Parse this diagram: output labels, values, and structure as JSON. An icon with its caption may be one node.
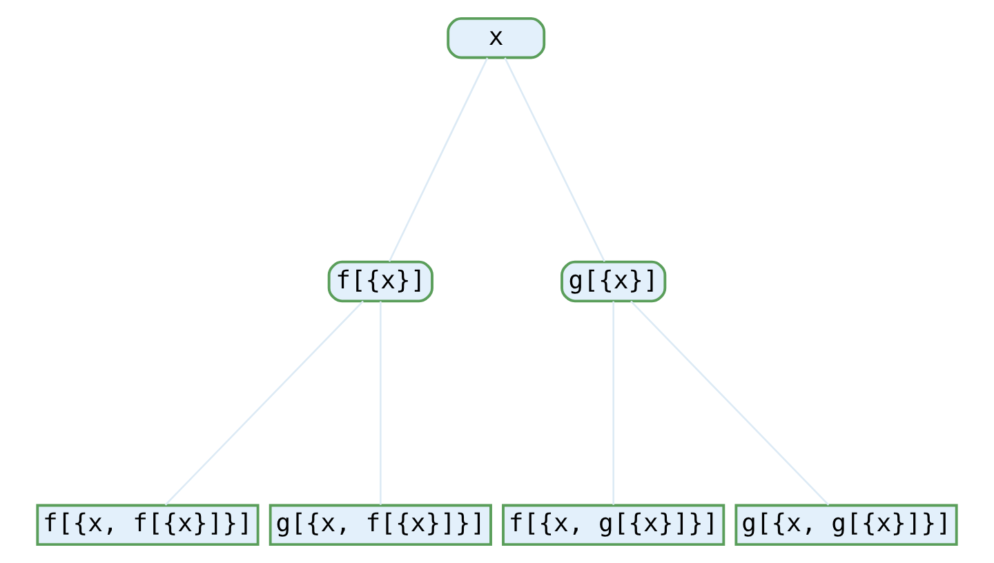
{
  "diagram": {
    "nodes": [
      {
        "text": [
          "x"
        ]
      },
      {
        "text": [
          "f[{x}]"
        ]
      },
      {
        "text": [
          "g[{x}]"
        ]
      },
      {
        "text": [
          "f[{x, f[{x}]}]"
        ]
      },
      {
        "text": [
          "g[{x, f[{x}]}]"
        ]
      },
      {
        "text": [
          "f[{x, g[{x}]}]"
        ]
      },
      {
        "text": [
          "g[{x, g[{x}]}]"
        ]
      }
    ],
    "edges": [
      {
        "from": 0,
        "to": 1,
        "arrow": "none"
      },
      {
        "from": 0,
        "to": 2,
        "arrow": "none"
      },
      {
        "from": 1,
        "to": 3,
        "arrow": "none"
      },
      {
        "from": 1,
        "to": 4,
        "arrow": "none"
      },
      {
        "from": 2,
        "to": 5,
        "arrow": "none"
      },
      {
        "from": 2,
        "to": 6,
        "arrow": "none"
      }
    ]
  }
}
